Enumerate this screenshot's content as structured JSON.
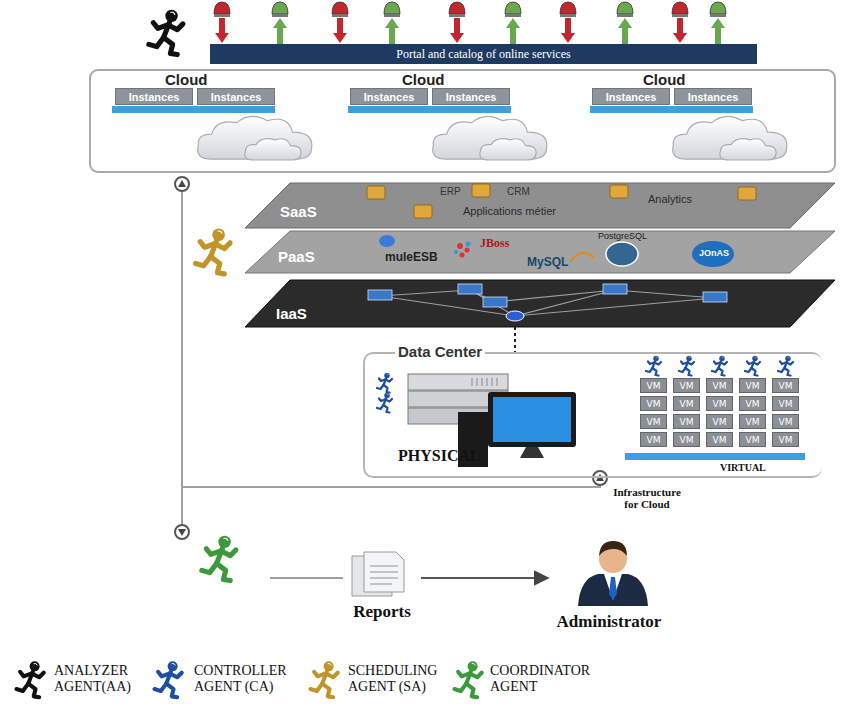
{
  "diagram": {
    "nodes": [
      {
        "text": [
          "Portal and catalog of online services"
        ]
      },
      {
        "text": [
          "Instances"
        ]
      },
      {
        "text": [
          "Instances"
        ]
      },
      {
        "text": [
          "Instances"
        ]
      },
      {
        "text": [
          "Instances"
        ]
      },
      {
        "text": [
          "Instances"
        ]
      },
      {
        "text": [
          "Instances"
        ]
      },
      {
        "text": [
          "SaaS",
          "ERP",
          "CRM",
          "Applications métier",
          "Analytics"
        ]
      },
      {
        "text": [
          "PaaS",
          "muleESB",
          "JBoss",
          "MySQL",
          "PostgreSQL",
          "JOnAS"
        ]
      },
      {
        "text": [
          "IaaS"
        ]
      },
      {
        "text": [
          "Data Center",
          "PHYSICAL",
          "VIRTUAL"
        ]
      },
      {
        "text": [
          "VM"
        ],
        "in": 10
      },
      {
        "text": [
          "VM"
        ],
        "in": 10
      },
      {
        "text": [
          "VM"
        ],
        "in": 10
      },
      {
        "text": [
          "VM"
        ],
        "in": 10
      },
      {
        "text": [
          "VM"
        ],
        "in": 10
      },
      {
        "text": [
          "VM"
        ],
        "in": 10
      },
      {
        "text": [
          "VM"
        ],
        "in": 10
      },
      {
        "text": [
          "VM"
        ],
        "in": 10
      },
      {
        "text": [
          "VM"
        ],
        "in": 10
      },
      {
        "text": [
          "VM"
        ],
        "in": 10
      },
      {
        "text": [
          "VM"
        ],
        "in": 10
      },
      {
        "text": [
          "VM"
        ],
        "in": 10
      },
      {
        "text": [
          "VM"
        ],
        "in": 10
      },
      {
        "text": [
          "VM"
        ],
        "in": 10
      },
      {
        "text": [
          "VM"
        ],
        "in": 10
      },
      {
        "text": [
          "VM"
        ],
        "in": 10
      },
      {
        "text": [
          "VM"
        ],
        "in": 10
      },
      {
        "text": [
          "VM"
        ],
        "in": 10
      },
      {
        "text": [
          "VM"
        ],
        "in": 10
      },
      {
        "text": [
          "VM"
        ],
        "in": 10
      },
      {
        "text": [
          "Reports"
        ]
      },
      {
        "text": [
          "Administrator"
        ]
      }
    ],
    "edges": [
      {
        "from": 9,
        "to": 10,
        "arrow": "none"
      },
      {
        "from": 31,
        "to": 32,
        "arrow": "to"
      }
    ],
    "labels": [
      "Cloud",
      "Cloud",
      "Cloud",
      "Infrastructure for Cloud"
    ],
    "legend": [
      {
        "text": "ANALYZER AGENT(AA)"
      },
      {
        "text": "CONTROLLER AGENT (CA)"
      },
      {
        "text": "SCHEDULING AGENT (SA)"
      },
      {
        "text": "COORDINATOR AGENT"
      }
    ]
  }
}
